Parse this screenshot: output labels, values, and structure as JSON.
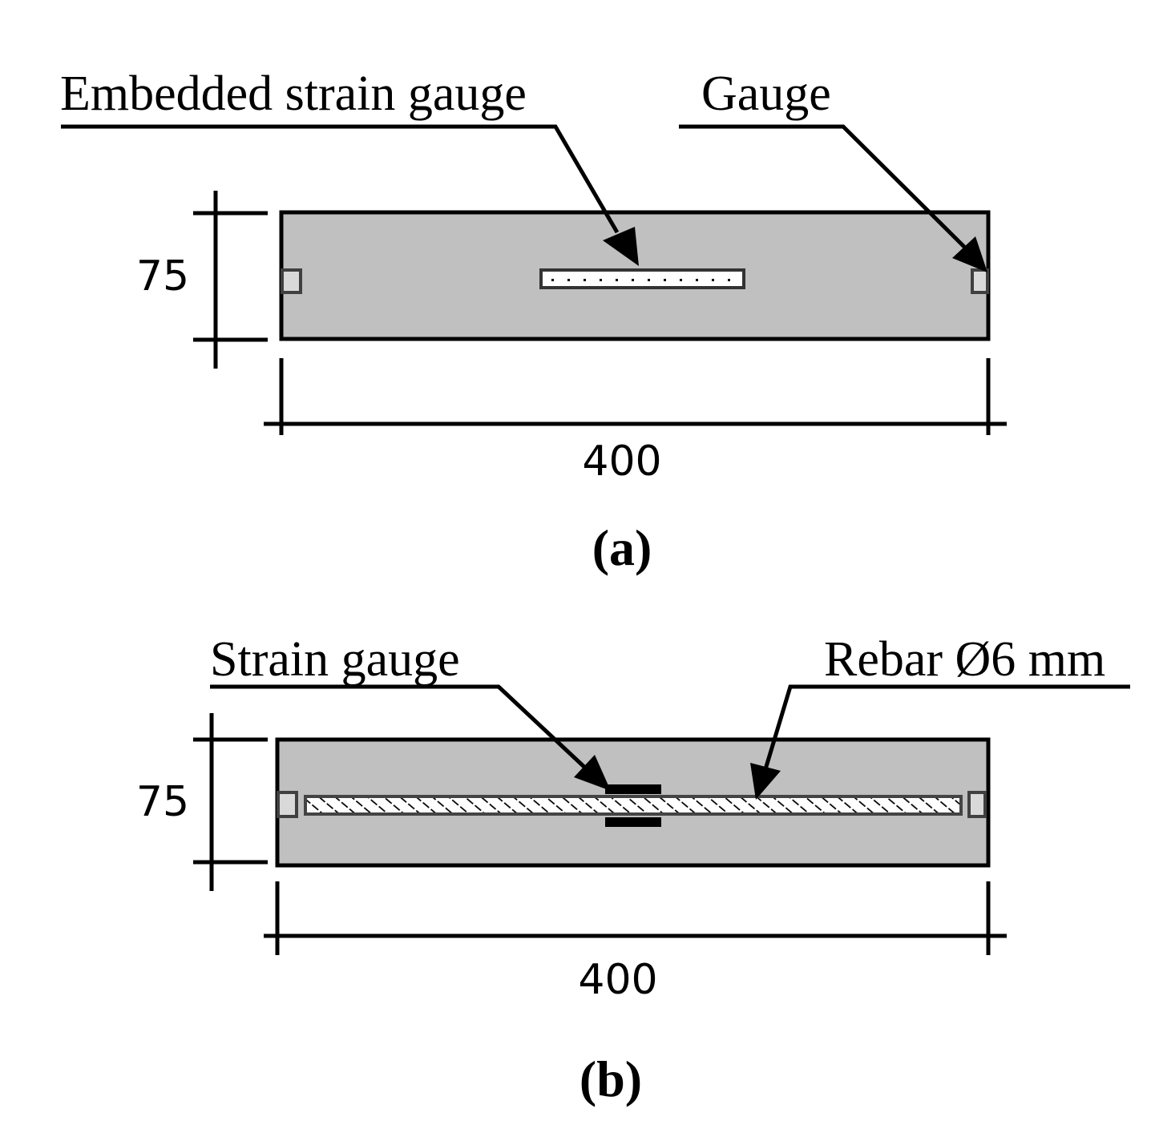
{
  "colors": {
    "specimen_fill": "#c0c0c0",
    "stroke": "#000000",
    "gauge_stroke": "#404040",
    "gauge_fill": "#d9d9d9",
    "background": "#ffffff"
  },
  "panel_a": {
    "label_embedded_strain_gauge": "Embedded strain gauge",
    "label_gauge": "Gauge",
    "dim_height": "75",
    "dim_length": "400",
    "caption": "(a)"
  },
  "panel_b": {
    "label_strain_gauge": "Strain gauge",
    "label_rebar": "Rebar Ø6 mm",
    "dim_height": "75",
    "dim_length": "400",
    "caption": "(b)"
  }
}
